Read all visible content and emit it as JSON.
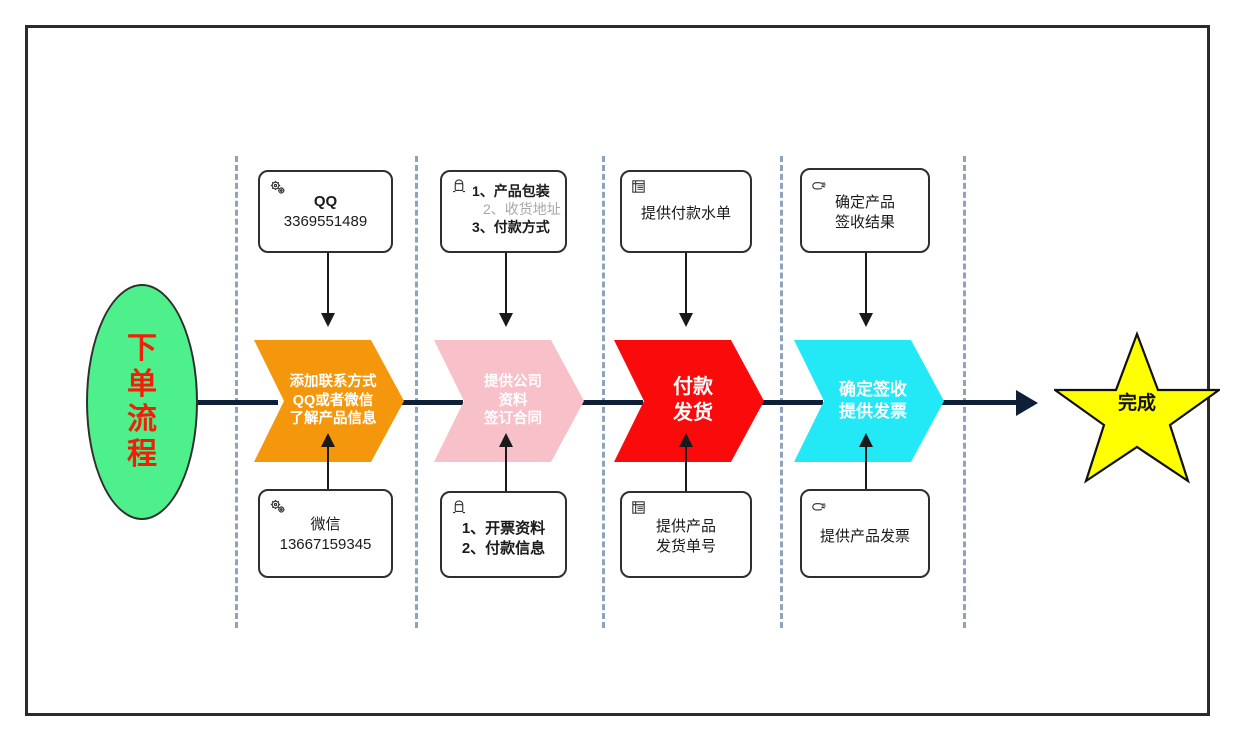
{
  "diagram": {
    "title_node": {
      "text": "下单流程",
      "fill": "#4df08a",
      "text_color": "#f41d08"
    },
    "finish_node": {
      "label": "完成",
      "fill": "#ffff00",
      "stroke": "#111111"
    },
    "stages": [
      {
        "id": "stage-contact",
        "chevron": {
          "lines": [
            "添加联系方式",
            "QQ或者微信",
            "了解产品信息"
          ],
          "fill": "#f5970d",
          "text_color": "#ffffff"
        },
        "top_box": {
          "icon": "gears-icon",
          "lines": [
            {
              "text": "QQ",
              "style": "bold"
            },
            {
              "text": "3369551489",
              "style": "normal"
            }
          ]
        },
        "bottom_box": {
          "icon": "gears-icon",
          "lines": [
            {
              "text": "微信",
              "style": "normal"
            },
            {
              "text": "13667159345",
              "style": "normal"
            }
          ]
        }
      },
      {
        "id": "stage-contract",
        "chevron": {
          "lines": [
            "提供公司",
            "资料",
            "签订合同"
          ],
          "fill": "#f8c0c8",
          "text_color": "#ffffff"
        },
        "top_box": {
          "icon": "person-icon",
          "lines": [
            {
              "text": "1、产品包装",
              "style": "bold"
            },
            {
              "text": "2、收货地址",
              "style": "gray"
            },
            {
              "text": "3、付款方式",
              "style": "bold"
            }
          ]
        },
        "bottom_box": {
          "icon": "person-icon",
          "lines": [
            {
              "text": "1、开票资料",
              "style": "bold"
            },
            {
              "text": "2、付款信息",
              "style": "bold"
            }
          ]
        }
      },
      {
        "id": "stage-payment",
        "chevron": {
          "lines": [
            "付款",
            "发货"
          ],
          "fill": "#fa0a0a",
          "text_color": "#ffffff",
          "size": "big"
        },
        "top_box": {
          "icon": "document-list-icon",
          "lines": [
            {
              "text": "提供付款水单",
              "style": "normal"
            }
          ]
        },
        "bottom_box": {
          "icon": "document-list-icon",
          "lines": [
            {
              "text": "提供产品",
              "style": "normal"
            },
            {
              "text": "发货单号",
              "style": "normal"
            }
          ]
        }
      },
      {
        "id": "stage-receipt",
        "chevron": {
          "lines": [
            "确定签收",
            "提供发票"
          ],
          "fill": "#23e8f5",
          "text_color": "#ffffff"
        },
        "top_box": {
          "icon": "pointing-hand-icon",
          "lines": [
            {
              "text": "确定产品",
              "style": "normal"
            },
            {
              "text": "签收结果",
              "style": "normal"
            }
          ]
        },
        "bottom_box": {
          "icon": "pointing-hand-icon",
          "lines": [
            {
              "text": "提供产品发票",
              "style": "normal"
            }
          ]
        }
      }
    ],
    "colors": {
      "spine": "#0d2038",
      "separator": "#8fa3bf",
      "frame": "#2b2b2b",
      "connector": "#1a1a1a"
    }
  }
}
